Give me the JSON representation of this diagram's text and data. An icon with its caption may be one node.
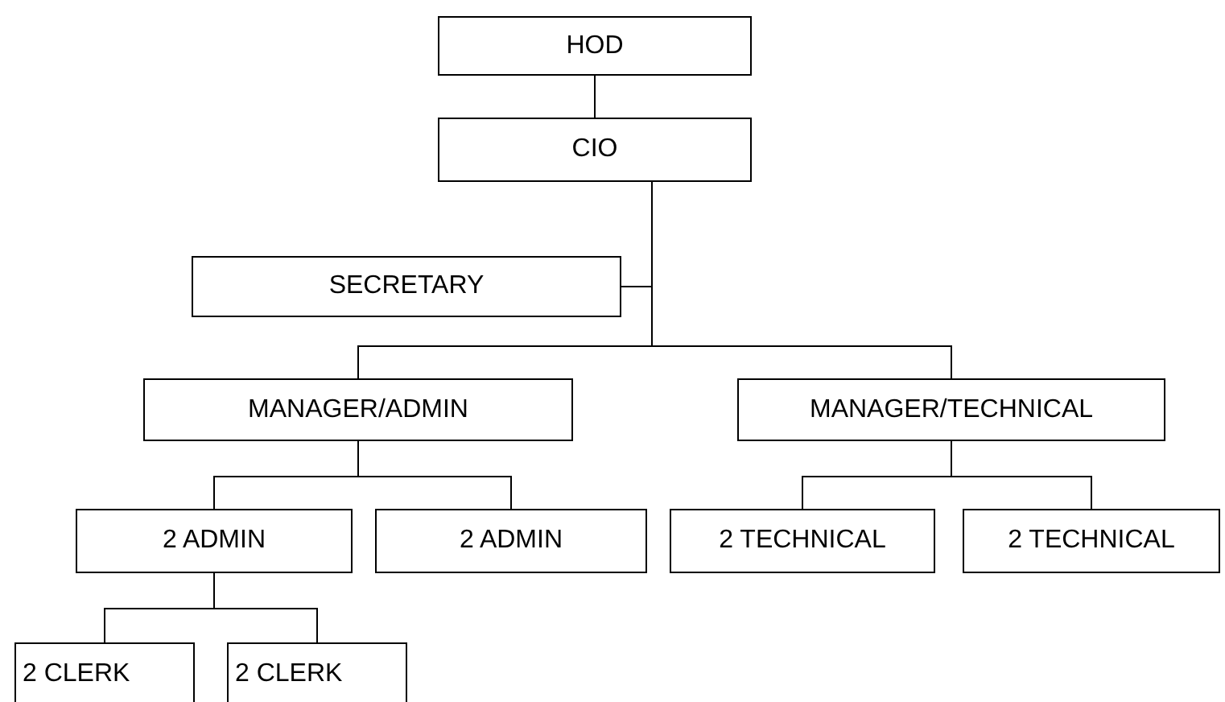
{
  "diagram": {
    "nodes": [
      {
        "text": [
          "HOD"
        ]
      },
      {
        "text": [
          "CIO"
        ]
      },
      {
        "text": [
          "SECRETARY"
        ]
      },
      {
        "text": [
          "MANAGER/ADMIN"
        ]
      },
      {
        "text": [
          "MANAGER/TECHNICAL"
        ]
      },
      {
        "text": [
          "2 ADMIN"
        ]
      },
      {
        "text": [
          "2 ADMIN"
        ]
      },
      {
        "text": [
          "2 TECHNICAL"
        ]
      },
      {
        "text": [
          "2 TECHNICAL"
        ]
      },
      {
        "text": [
          "2 CLERK"
        ]
      },
      {
        "text": [
          "2 CLERK"
        ]
      }
    ],
    "edges": [
      {
        "from": 0,
        "to": 1,
        "arrow": "none"
      },
      {
        "from": 1,
        "to": 2,
        "arrow": "none"
      },
      {
        "from": 1,
        "to": 3,
        "arrow": "none"
      },
      {
        "from": 1,
        "to": 4,
        "arrow": "none"
      },
      {
        "from": 3,
        "to": 5,
        "arrow": "none"
      },
      {
        "from": 3,
        "to": 6,
        "arrow": "none"
      },
      {
        "from": 4,
        "to": 7,
        "arrow": "none"
      },
      {
        "from": 4,
        "to": 8,
        "arrow": "none"
      },
      {
        "from": 5,
        "to": 9,
        "arrow": "none"
      },
      {
        "from": 5,
        "to": 10,
        "arrow": "none"
      }
    ]
  }
}
